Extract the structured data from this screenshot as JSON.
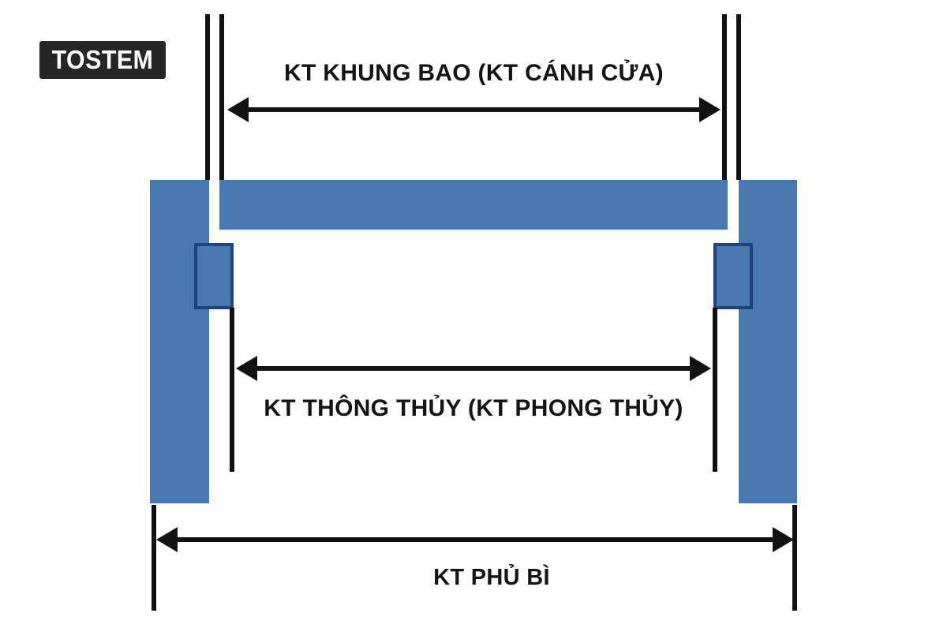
{
  "logo": {
    "text": "TOSTEM"
  },
  "diagram": {
    "labels": {
      "frame": "KT KHUNG BAO (KT CÁNH CỬA)",
      "clear_opening": "KT THÔNG THỦY (KT PHONG THỦY)",
      "overall": "KT PHỦ BÌ"
    },
    "colors": {
      "frame_blue": "#4a79b1",
      "square_border": "#1f4477",
      "line_black": "#121212",
      "logo_bg": "#262626",
      "logo_text": "#ffffff",
      "background": "#ffffff"
    }
  }
}
